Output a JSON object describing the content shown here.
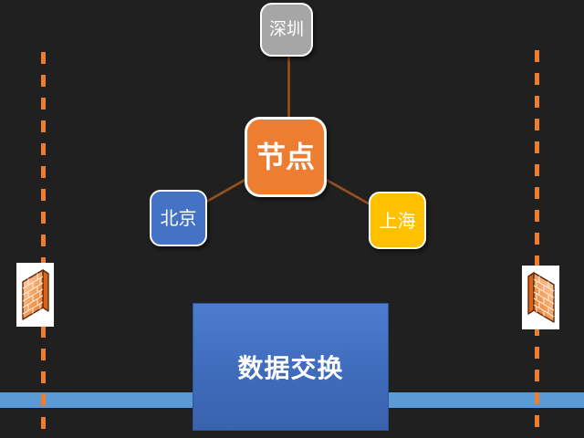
{
  "diagram": {
    "nodes": {
      "shenzhen": {
        "label": "深圳",
        "color": "#a6a6a6"
      },
      "center": {
        "label": "节点",
        "color": "#ed7d31"
      },
      "beijing": {
        "label": "北京",
        "color": "#4472c4"
      },
      "shanghai": {
        "label": "上海",
        "color": "#ffc000"
      }
    },
    "exchange": {
      "label": "数据交换",
      "color": "#4472c4"
    },
    "colors": {
      "background": "#202020",
      "bus_bar": "#5b9bd5",
      "dashed_boundary": "#ed7d31",
      "connector_line": "#96511f",
      "firewall_brick": "#ed7d31"
    }
  }
}
